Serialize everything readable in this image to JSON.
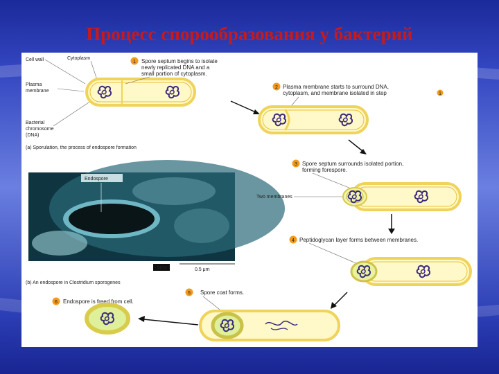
{
  "title": "Процесс спорообразования у бактерий",
  "diagram": {
    "left_labels": {
      "cell_wall": "Cell wall",
      "cytoplasm": "Cytoplasm",
      "plasma_membrane": [
        "Plasma",
        "membrane"
      ],
      "bacterial_chromosome": [
        "Bacterial",
        "chromosome",
        "(DNA)"
      ]
    },
    "caption_a": "(a) Sporulation, the process of endospore formation",
    "micrograph": {
      "endospore_label": "Endospore",
      "tem_badge": "TEM",
      "scale_bar": "0.5 μm"
    },
    "caption_b": "(b) An endospore in Clostridium sporogenes",
    "steps": [
      {
        "number": "1",
        "lines": [
          "Spore septum begins to isolate",
          "newly replicated DNA and a",
          "small portion of cytoplasm."
        ]
      },
      {
        "number": "2",
        "lines": [
          "Plasma membrane starts to surround DNA,",
          "cytoplasm, and membrane isolated in step"
        ],
        "ref": "1"
      },
      {
        "number": "3",
        "lines": [
          "Spore septum surrounds isolated portion,",
          "forming forespore."
        ]
      },
      {
        "number": "4",
        "lines": [
          "Peptidoglycan layer forms between membranes."
        ]
      },
      {
        "number": "5",
        "lines": [
          "Spore coat forms."
        ]
      },
      {
        "number": "6",
        "lines": [
          "Endospore is freed from cell."
        ]
      }
    ],
    "two_membranes_label": "Two membranes"
  },
  "colors": {
    "title": "#c81a1a",
    "step_badge": "#f29a1b",
    "cell_fill": "#fff8c8",
    "cell_wall": "#f0d35a",
    "chromosome": "#3a2a7a"
  }
}
